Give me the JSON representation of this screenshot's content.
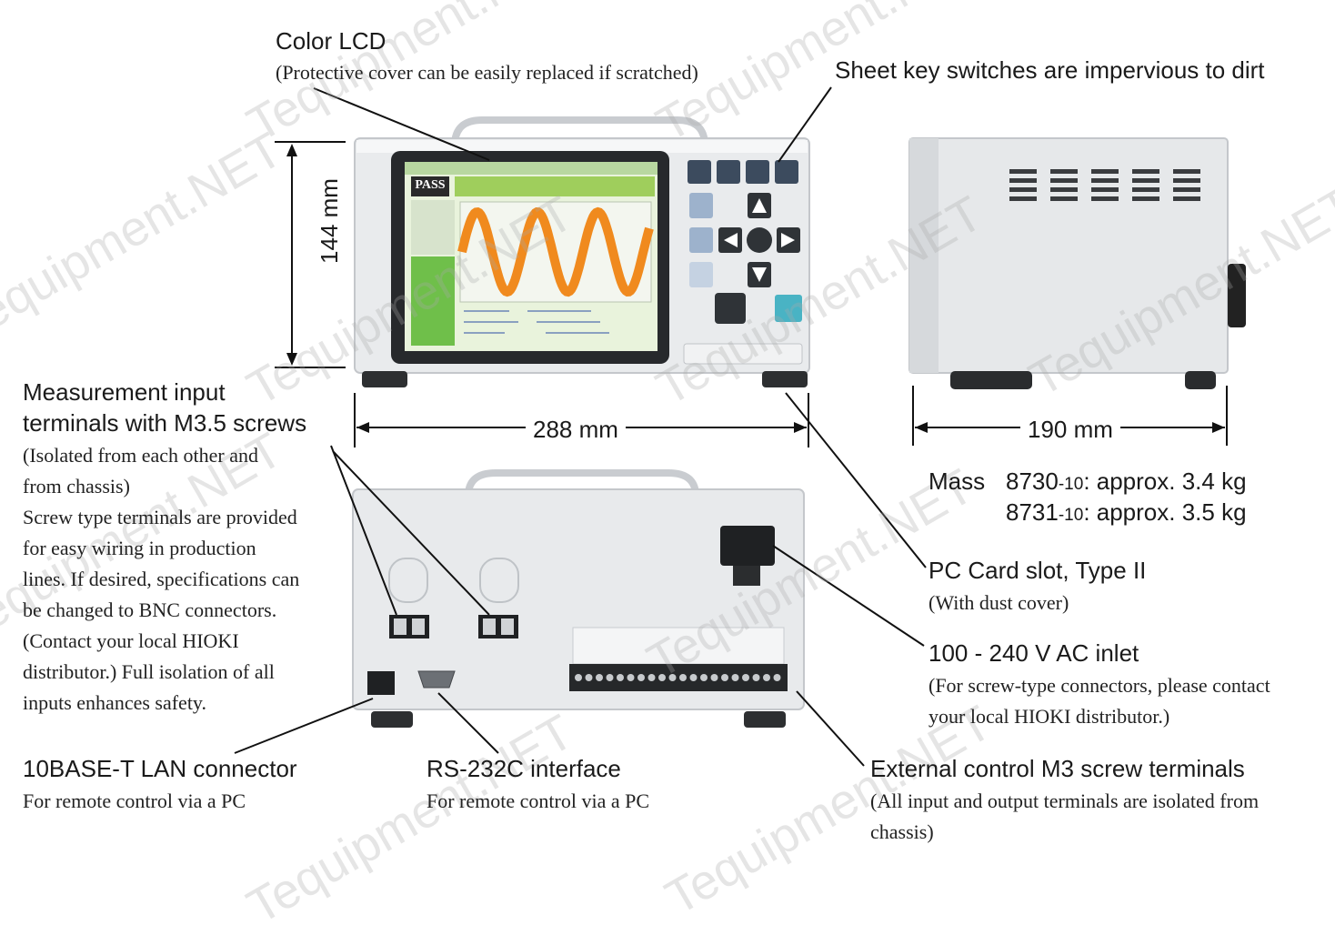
{
  "labels": {
    "color_lcd": {
      "title": "Color LCD",
      "note": "(Protective cover can be easily replaced if scratched)"
    },
    "sheet_keys": {
      "title": "Sheet key switches are impervious to dirt"
    },
    "measurement_terminals": {
      "title_line1": "Measurement input",
      "title_line2": "terminals with M3.5 screws",
      "note_lines": [
        "(Isolated from each other and",
        "from chassis)",
        "Screw type terminals are provided",
        "for easy wiring in production",
        "lines. If desired, specifications can",
        "be changed to BNC connectors.",
        "(Contact your local HIOKI",
        "distributor.) Full isolation of all",
        "inputs enhances safety."
      ]
    },
    "lan": {
      "title": "10BASE-T LAN connector",
      "note": "For remote control via a PC"
    },
    "rs232": {
      "title": "RS-232C interface",
      "note": "For remote control via a PC"
    },
    "external": {
      "title": "External control M3 screw terminals",
      "note_line1": "(All input and output terminals are isolated from",
      "note_line2": "chassis)"
    },
    "pc_card": {
      "title": "PC Card slot, Type II",
      "note": "(With dust cover)"
    },
    "ac_inlet": {
      "title": "100 - 240 V AC inlet",
      "note_line1": "(For screw-type connectors, please contact",
      "note_line2": "your local HIOKI distributor.)"
    },
    "mass": {
      "label": "Mass",
      "line1_model": "8730",
      "line1_suffix": "-10",
      "line1_value": ": approx. 3.4 kg",
      "line2_model": "8731",
      "line2_suffix": "-10",
      "line2_value": ": approx. 3.5 kg"
    }
  },
  "dimensions": {
    "height": "144 mm",
    "width": "288 mm",
    "depth": "190 mm"
  },
  "screen": {
    "badge": "PASS"
  },
  "watermark": "Tequipment.NET"
}
